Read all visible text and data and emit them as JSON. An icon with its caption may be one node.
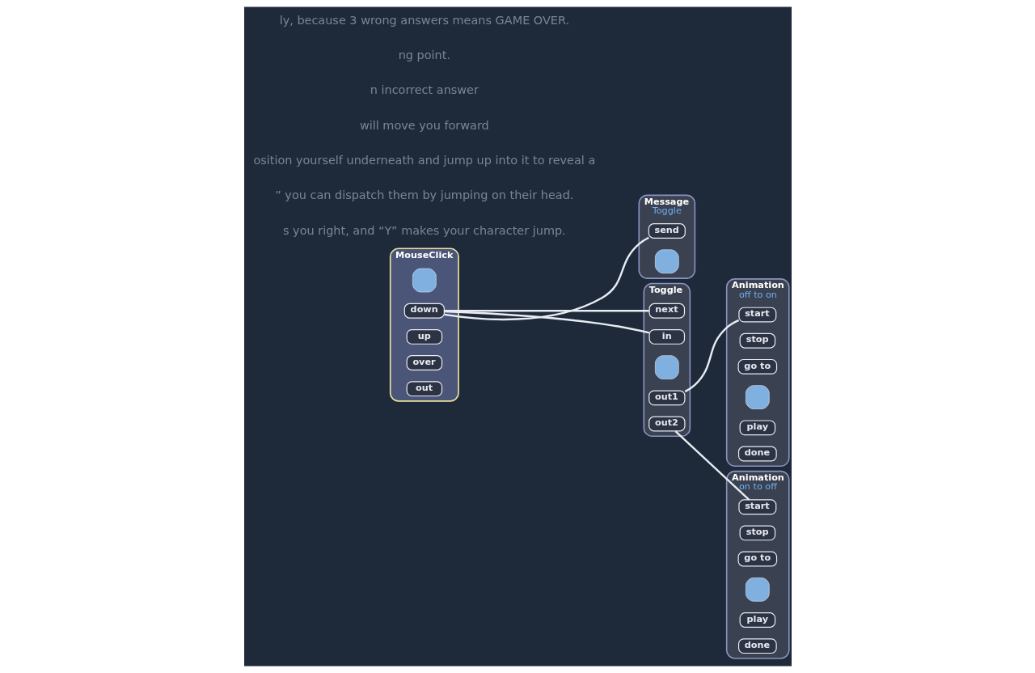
{
  "diagram": {
    "nodes": [
      {
        "text": [
          "MouseClick"
        ]
      },
      {
        "text": [],
        "shape": "box",
        "in": 0
      },
      {
        "text": [
          "down"
        ],
        "in": 0
      },
      {
        "text": [
          "up"
        ],
        "in": 0
      },
      {
        "text": [
          "over"
        ],
        "in": 0
      },
      {
        "text": [
          "out"
        ],
        "in": 0
      },
      {
        "text": [
          "Message",
          "Toggle"
        ]
      },
      {
        "text": [
          "send"
        ],
        "in": 6
      },
      {
        "text": [],
        "shape": "box",
        "in": 6
      },
      {
        "text": [
          "Toggle"
        ]
      },
      {
        "text": [
          "next"
        ],
        "in": 9
      },
      {
        "text": [
          "in"
        ],
        "in": 9
      },
      {
        "text": [],
        "shape": "box",
        "in": 9
      },
      {
        "text": [
          "out1"
        ],
        "in": 9
      },
      {
        "text": [
          "out2"
        ],
        "in": 9
      },
      {
        "text": [
          "Animation",
          "on to off"
        ]
      },
      {
        "text": [
          "start"
        ],
        "in": 15
      },
      {
        "text": [
          "stop"
        ],
        "in": 15
      },
      {
        "text": [
          "go to"
        ],
        "in": 15
      },
      {
        "text": [],
        "shape": "box",
        "in": 15
      },
      {
        "text": [
          "play"
        ],
        "in": 15
      },
      {
        "text": [
          "done"
        ],
        "in": 15
      },
      {
        "text": [
          "Animation",
          "off to on"
        ]
      },
      {
        "text": [
          "start"
        ],
        "in": 22
      },
      {
        "text": [
          "stop"
        ],
        "in": 22
      },
      {
        "text": [
          "go to"
        ],
        "in": 22
      },
      {
        "text": [],
        "shape": "box",
        "in": 22
      },
      {
        "text": [
          "play"
        ],
        "in": 22
      },
      {
        "text": [
          "done"
        ],
        "in": 22
      }
    ],
    "edges": [
      {
        "from": 2,
        "to": 7,
        "arrow": "none"
      },
      {
        "from": 2,
        "to": 10,
        "arrow": "none"
      },
      {
        "from": 2,
        "to": 11,
        "arrow": "none"
      },
      {
        "from": 13,
        "to": 23,
        "arrow": "none"
      },
      {
        "from": 14,
        "to": 16,
        "arrow": "none"
      }
    ],
    "labels": [
      "s you right, and “Y” makes your character jump.",
      "” you can dispatch them by jumping on their head.",
      "osition yourself underneath and jump up into it to reveal a",
      "will move you forward",
      "n incorrect answer",
      "ng point.",
      "ly, because 3 wrong answers means GAME OVER."
    ]
  }
}
